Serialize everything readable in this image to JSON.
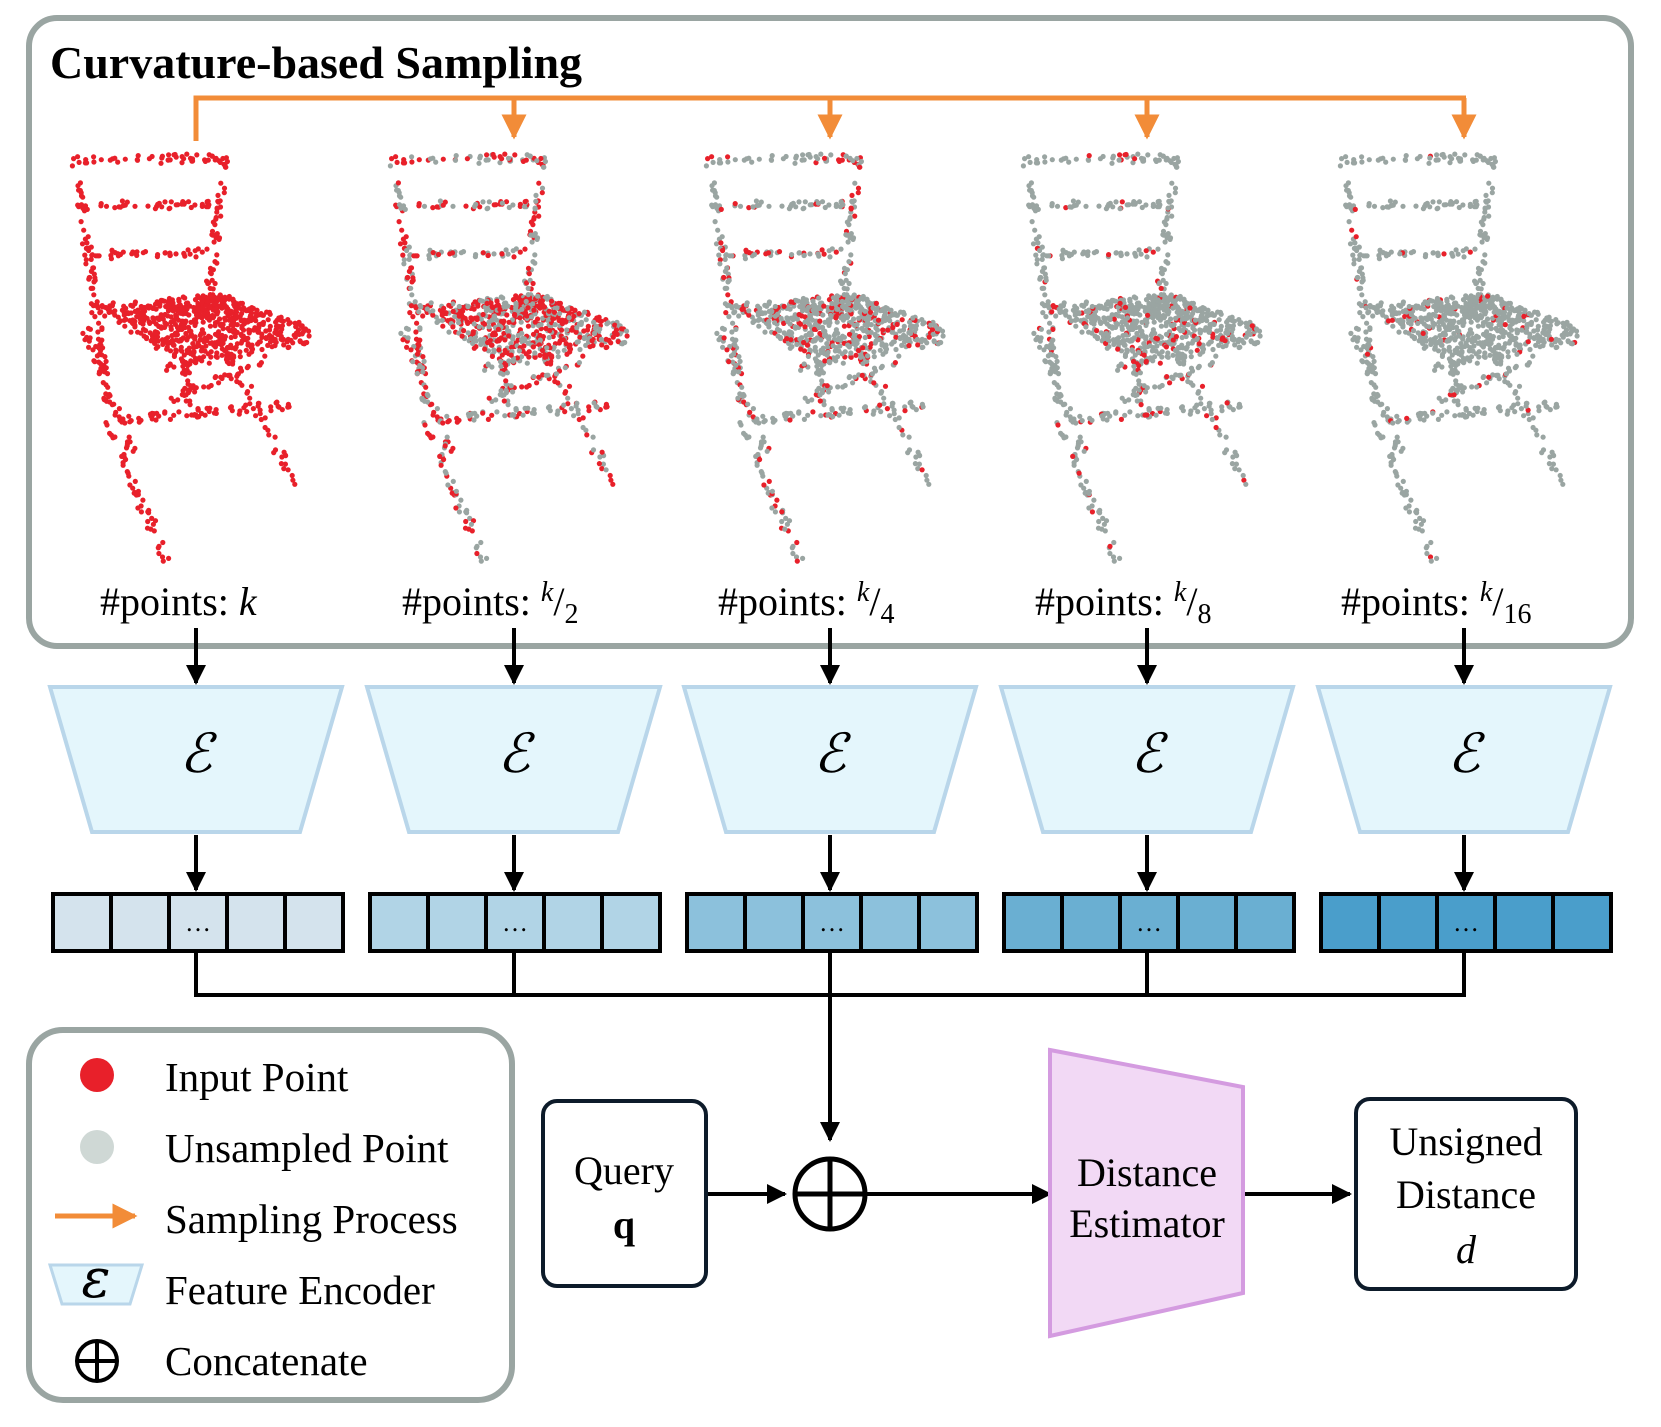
{
  "sampling": {
    "title": "Curvature-based Sampling",
    "stages": [
      {
        "prefix": "#points: ",
        "num": "k",
        "den": ""
      },
      {
        "prefix": "#points: ",
        "num": "k",
        "den": "2"
      },
      {
        "prefix": "#points: ",
        "num": "k",
        "den": "4"
      },
      {
        "prefix": "#points: ",
        "num": "k",
        "den": "8"
      },
      {
        "prefix": "#points: ",
        "num": "k",
        "den": "16"
      }
    ],
    "sampled_fraction": [
      1.0,
      0.5,
      0.25,
      0.125,
      0.0625
    ]
  },
  "encoder": {
    "symbol": "ℰ"
  },
  "feature_vector": {
    "ellipsis": "…"
  },
  "feature_colors": [
    "#d4e3ed",
    "#b1d4e6",
    "#8cc1dc",
    "#6aafd2",
    "#4a9ecb"
  ],
  "query": {
    "line1": "Query",
    "line2": "q"
  },
  "concat_symbol": "⊕",
  "estimator": {
    "line1": "Distance",
    "line2": "Estimator"
  },
  "output": {
    "line1": "Unsigned",
    "line2": "Distance",
    "line3": "d"
  },
  "legend": {
    "input_point": "Input Point",
    "unsampled_point": "Unsampled Point",
    "sampling_process": "Sampling Process",
    "feature_encoder": "Feature Encoder",
    "concatenate": "Concatenate",
    "encoder_symbol": "ε"
  },
  "colors": {
    "input_point": "#e8202a",
    "unsampled_point": "#9aa5a2",
    "arrow_orange": "#f28c38",
    "encoder_fill": "#e4f6fc",
    "encoder_stroke": "#b9d6ea",
    "estimator_fill": "#f2d9f5",
    "estimator_stroke": "#d49be0",
    "frame": "#9aa5a2"
  }
}
